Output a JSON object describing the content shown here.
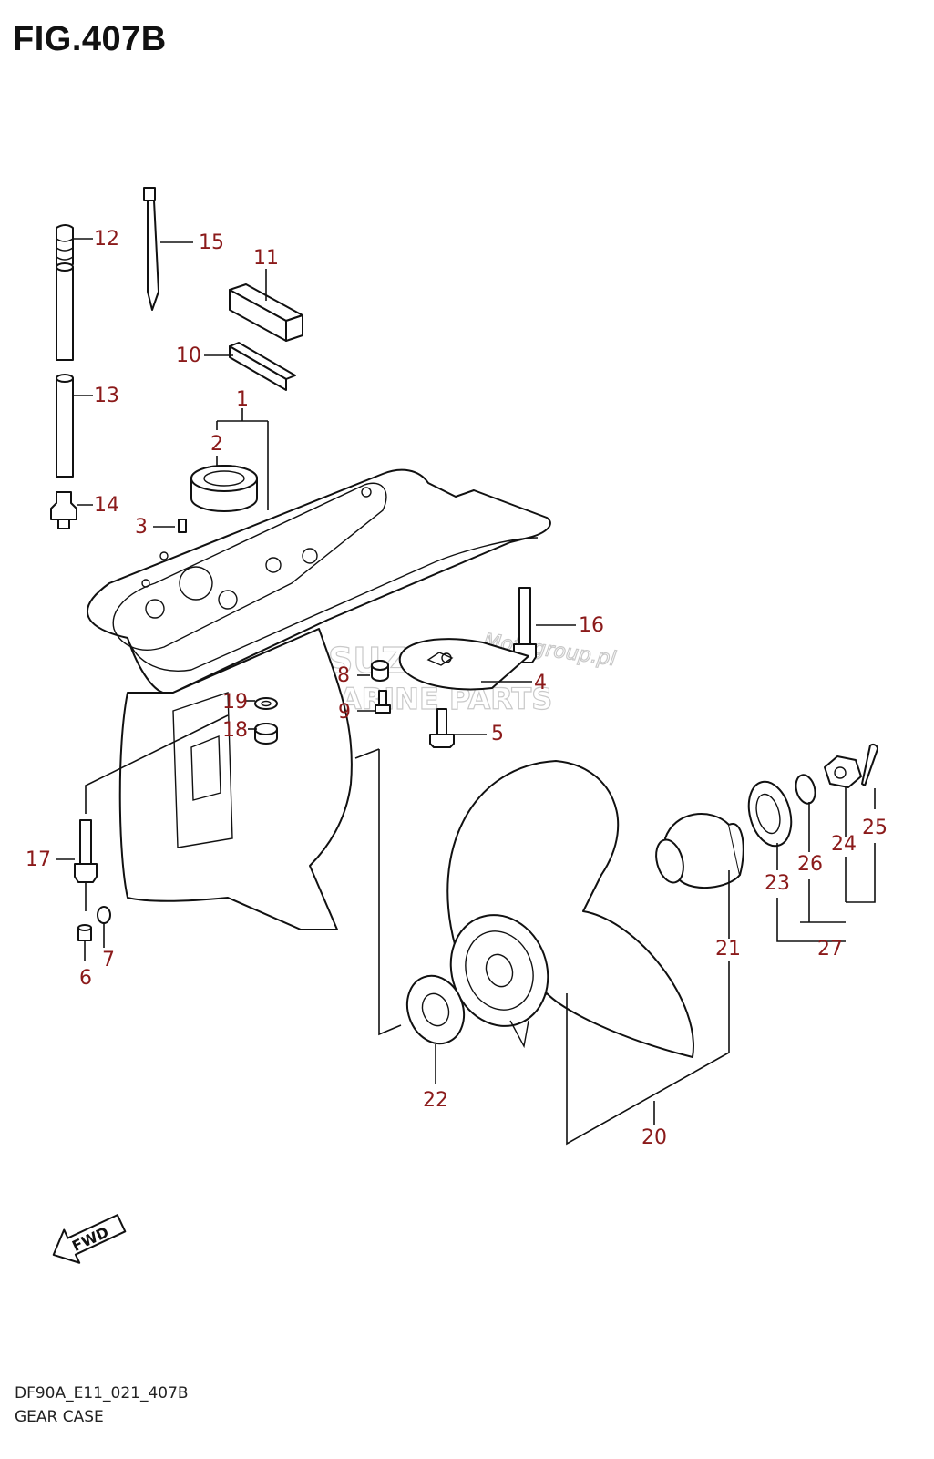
{
  "title": "FIG.407B",
  "footer": {
    "code": "DF90A_E11_021_407B",
    "name": "GEAR CASE"
  },
  "watermark": {
    "line1": "Motogroup.pl",
    "line2": "SUZUKI",
    "line3": "MARINE PARTS"
  },
  "direction_label": "FWD",
  "callouts": {
    "c1": "1",
    "c2": "2",
    "c3": "3",
    "c4": "4",
    "c5": "5",
    "c6": "6",
    "c7": "7",
    "c8": "8",
    "c9": "9",
    "c10": "10",
    "c11": "11",
    "c12": "12",
    "c13": "13",
    "c14": "14",
    "c15": "15",
    "c16": "16",
    "c17": "17",
    "c18": "18",
    "c19": "19",
    "c20": "20",
    "c21": "21",
    "c22": "22",
    "c23": "23",
    "c24": "24",
    "c25": "25",
    "c26": "26",
    "c27": "27"
  },
  "colors": {
    "callout": "#8b1a1a",
    "lines": "#111111"
  }
}
